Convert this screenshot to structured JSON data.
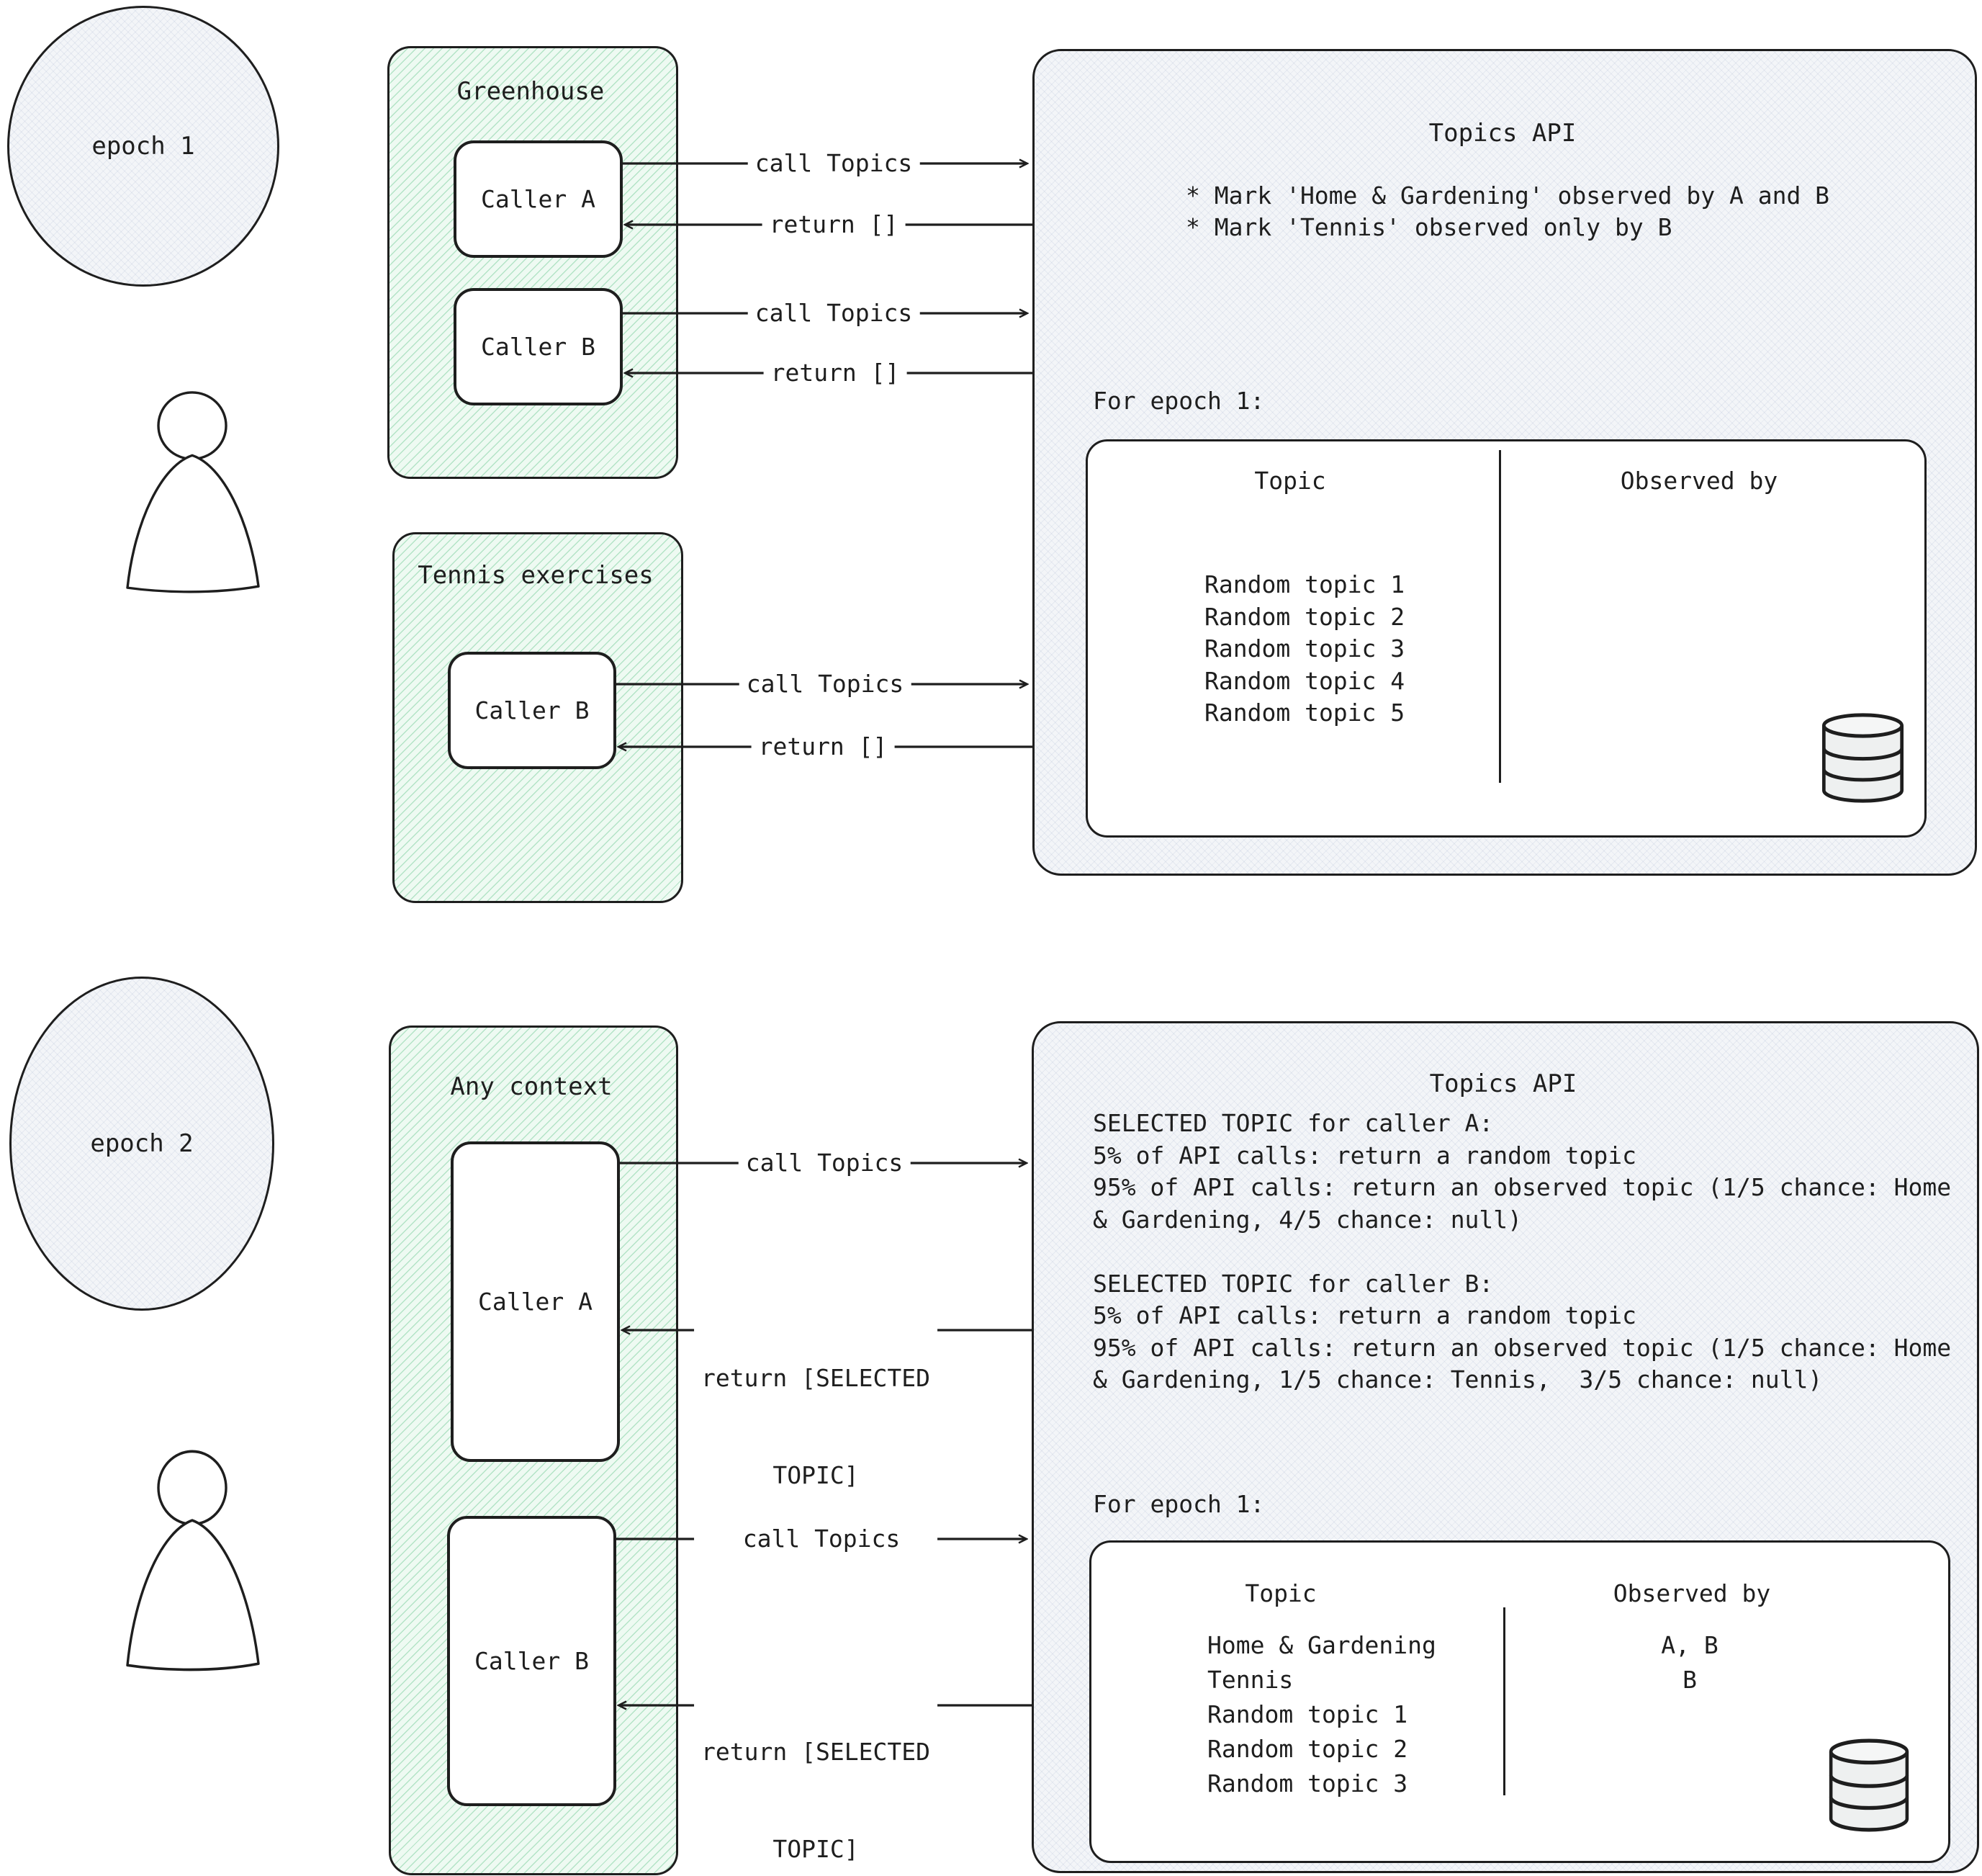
{
  "colors": {
    "ink": "#1e1e1e",
    "green_context_fill": "#eefaf2",
    "green_hatch_line": "#78cd9b",
    "gray_panel_fill": "#f3f5f8",
    "white": "#ffffff"
  },
  "icons": {
    "person": "person-icon",
    "database": "database-icon"
  },
  "epoch1": {
    "badge_label": "epoch 1",
    "greenhouse": {
      "title": "Greenhouse",
      "caller_a": "Caller A",
      "caller_b": "Caller B"
    },
    "tennis": {
      "title": "Tennis exercises",
      "caller_b": "Caller B"
    },
    "arrows": {
      "caller_a_call": "call Topics",
      "caller_a_return": "return []",
      "caller_b_call": "call Topics",
      "caller_b_return": "return []",
      "tennis_call": "call Topics",
      "tennis_return": "return []"
    },
    "api": {
      "title": "Topics API",
      "notes": [
        "* Mark 'Home & Gardening' observed by A and B",
        "* Mark 'Tennis' observed only by B"
      ],
      "epoch_label": "For epoch 1:",
      "table": {
        "topic_header": "Topic",
        "observed_header": "Observed by",
        "topics": [
          "Random topic 1",
          "Random topic 2",
          "Random topic 3",
          "Random topic 4",
          "Random topic 5"
        ]
      }
    }
  },
  "epoch2": {
    "badge_label": "epoch 2",
    "context": {
      "title": "Any context",
      "caller_a": "Caller A",
      "caller_b": "Caller B"
    },
    "arrows": {
      "caller_a_call": "call Topics",
      "caller_b_call": "call Topics",
      "return_line1": "return [SELECTED",
      "return_line2": "TOPIC]"
    },
    "api": {
      "title": "Topics API",
      "rules": [
        "SELECTED TOPIC for caller A:",
        "5% of API calls: return a random topic",
        "95% of API calls: return an observed topic (1/5 chance: Home",
        "& Gardening, 4/5 chance: null)",
        "",
        "SELECTED TOPIC for caller B:",
        "5% of API calls: return a random topic",
        "95% of API calls: return an observed topic (1/5 chance: Home",
        "& Gardening, 1/5 chance: Tennis,  3/5 chance: null)"
      ],
      "epoch_label": "For epoch 1:",
      "table": {
        "topic_header": "Topic",
        "observed_header": "Observed by",
        "topics": [
          "Home & Gardening",
          "Tennis",
          "Random topic 1",
          "Random topic 2",
          "Random topic 3"
        ],
        "observed": [
          "A, B",
          "B"
        ]
      }
    }
  }
}
